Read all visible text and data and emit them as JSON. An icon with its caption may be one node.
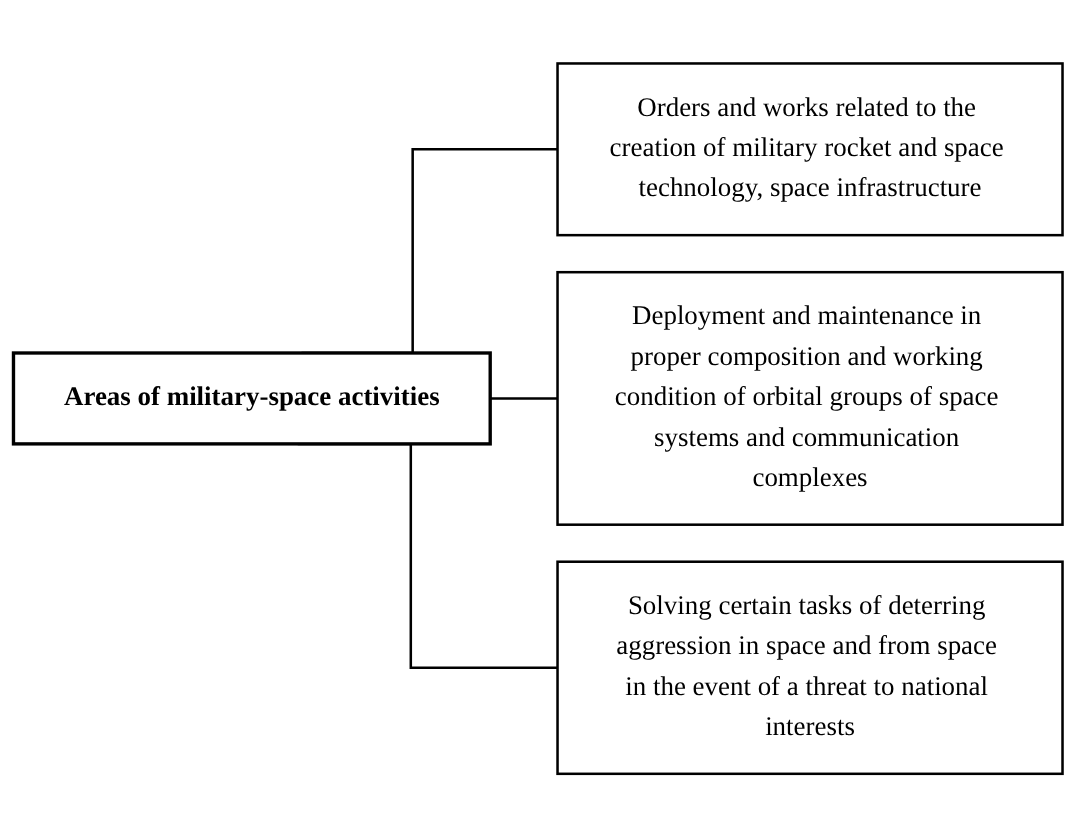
{
  "diagram": {
    "nodes": [
      {
        "text": [
          "Areas of military-space activities"
        ]
      },
      {
        "text": [
          "Orders and works related to the creation of military rocket and space technology, space infrastructure"
        ]
      },
      {
        "text": [
          "Deployment and maintenance in proper composition and working condition of orbital groups of space systems and communication complexes"
        ]
      },
      {
        "text": [
          "Solving certain tasks of deterring aggression in space and from space in the event of a threat to national interests"
        ]
      }
    ],
    "edges": [
      {
        "from": 0,
        "to": 1,
        "arrow": "none"
      },
      {
        "from": 0,
        "to": 2,
        "arrow": "none"
      },
      {
        "from": 0,
        "to": 3,
        "arrow": "none"
      }
    ]
  }
}
